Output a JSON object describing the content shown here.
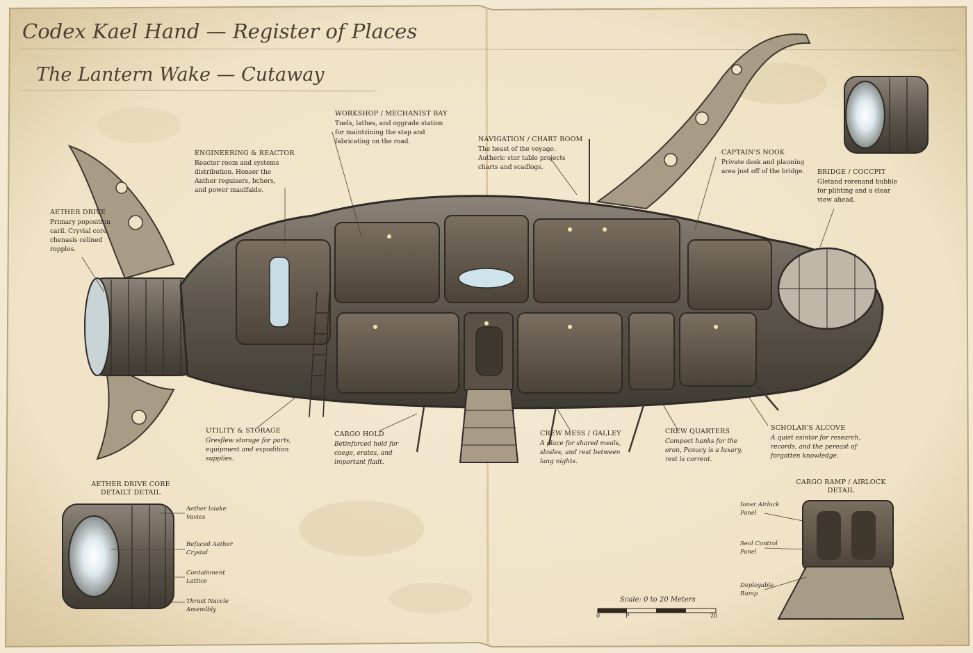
{
  "page": {
    "title": "Codex Kael Hand — Register of Places",
    "subtitle": "The Lantern Wake — Cutaway"
  },
  "labels": {
    "workshop": {
      "title": "WORKSHOP / MECHANIST BAY",
      "desc": [
        "Tnels, lathes, and oggrade station",
        "for maintzining the stap and",
        "fabricating on the road."
      ]
    },
    "engineering": {
      "title": "ENGINEERING & REACTOR",
      "desc": [
        "Reactor room and systems",
        "distribution. Honser the",
        "Anther reguisers, bchers,",
        "and power maulfaide."
      ]
    },
    "navigation": {
      "title": "NAVIGATION / CHART ROOM",
      "desc": [
        "The heast of the voyage.",
        "Autheric stor table projects",
        "charts and scadlogs."
      ]
    },
    "captain": {
      "title": "CAPTAIN'S NOOK",
      "desc": [
        "Private desk and plauning",
        "area just off of the bridge."
      ]
    },
    "bridge": {
      "title": "BRIDGE / COCCPIT",
      "desc": [
        "Gletand rorenand bubble",
        "for plihting and a clear",
        "view ahead."
      ]
    },
    "aether": {
      "title": "AETHER DRIVE",
      "desc": [
        "Primary poposition",
        "caril. Cryvial core",
        "chenasis celined",
        "ropples."
      ]
    },
    "utility": {
      "title": "UTILITY & STORAGE",
      "desc": [
        "Gresflew storage for parts,",
        "equipment and expodition",
        "supplies."
      ]
    },
    "cargo": {
      "title": "CARGO HOLD",
      "desc": [
        "Betinforced hold for",
        "coege, erates, and",
        "important fladt."
      ]
    },
    "mess": {
      "title": "CREW MESS / GALLEY",
      "desc": [
        "A place for shared meals,",
        "slosles, and rest between",
        "lang nights."
      ]
    },
    "quarters": {
      "title": "CREW QUARTERS",
      "desc": [
        "Compoct hanks for the",
        "oron, Pcoucy is a luxary,",
        "rest is corrent."
      ]
    },
    "scholar": {
      "title": "SCHOLAR'S ALCOVE",
      "desc": [
        "A quiet esintor for research,",
        "records, and the pereast of",
        "forgotten knowledge."
      ]
    }
  },
  "detail_core": {
    "title": [
      "AETHER DRIVE CORE",
      "DETAILT DETAIL"
    ],
    "callouts": [
      [
        "Aether loiake",
        "Vavies"
      ],
      [
        "Refaced Aether",
        "Crystal"
      ],
      [
        "Containment",
        "Lattice"
      ],
      [
        "Thrust Naccle",
        "Amemlbly"
      ]
    ]
  },
  "detail_ramp": {
    "title": [
      "CARGO RAMP / AIRLOCK",
      "DETAIL"
    ],
    "callouts": [
      [
        "Ioner Airlock",
        "Panel"
      ],
      [
        "Seol Control",
        "Panel"
      ],
      [
        "Deployable",
        "Ramp"
      ]
    ]
  },
  "scale": {
    "label": "Scale: 0 to 20 Meters",
    "ticks": [
      "0",
      "P",
      "20"
    ]
  }
}
